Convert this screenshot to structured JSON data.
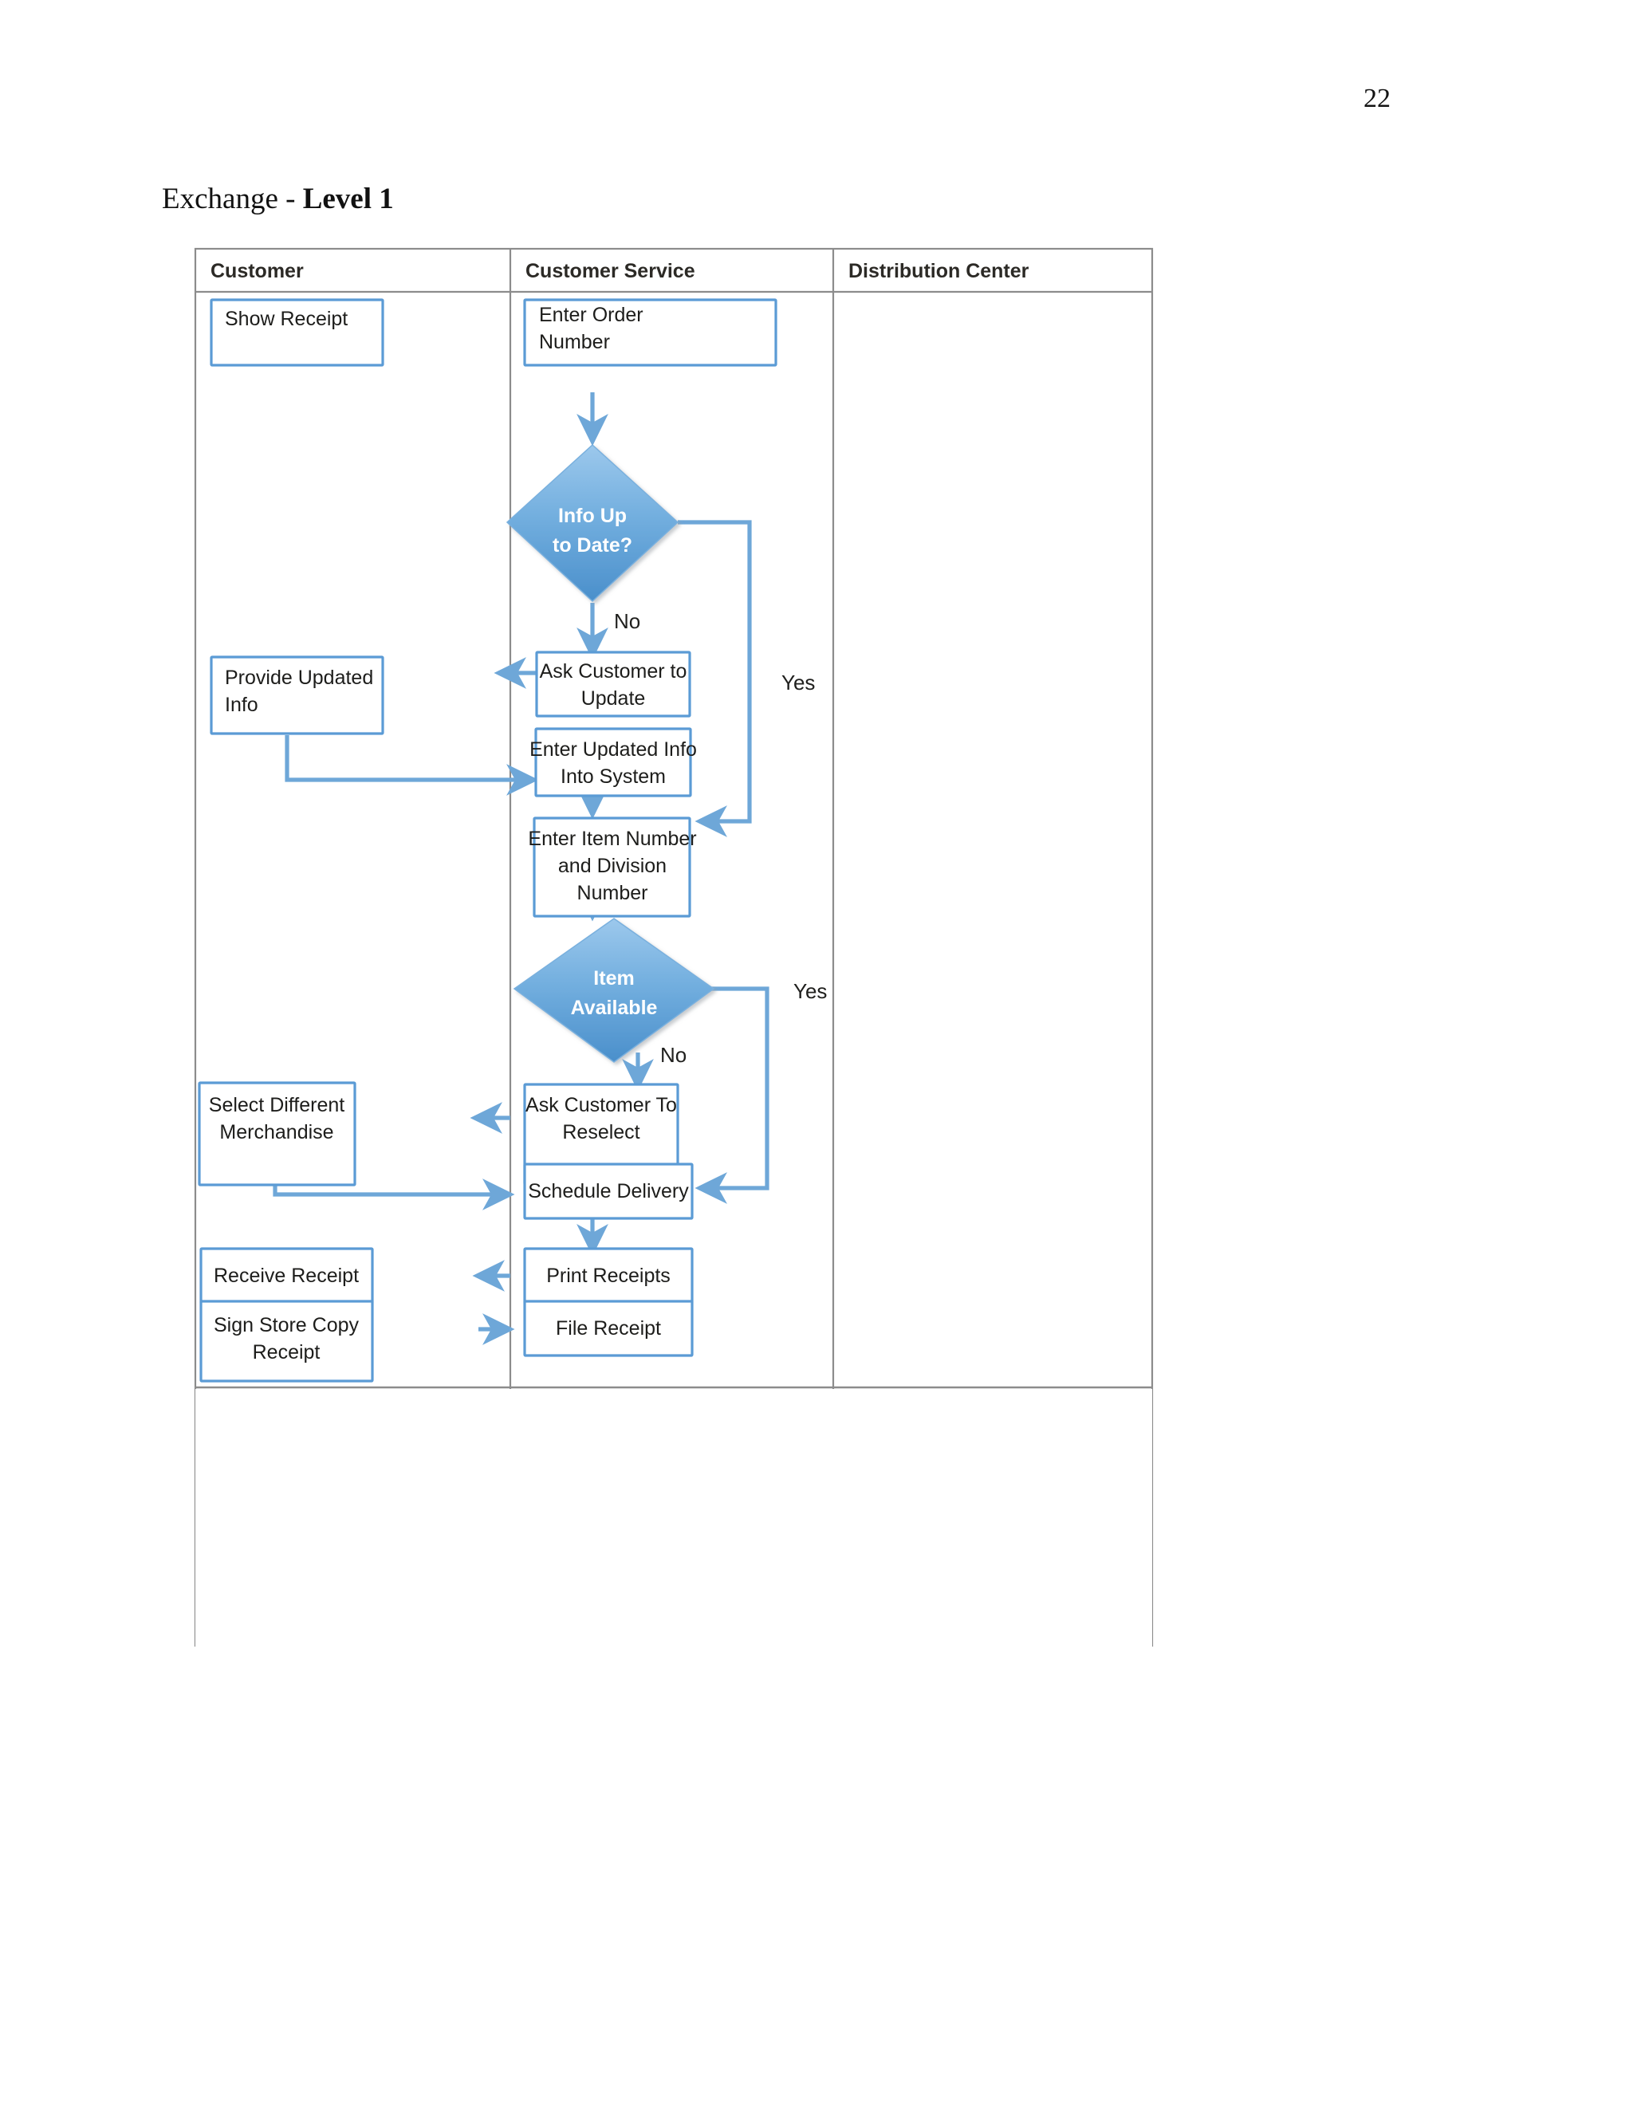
{
  "page": {
    "number": "22",
    "title_regular": "Exchange - ",
    "title_bold": "Level 1"
  },
  "colors": {
    "node_border": "#5B9BD5",
    "node_fill": "#FFFFFF",
    "diamond_fill_top": "#8FC0E8",
    "diamond_fill_bottom": "#4F94CE",
    "connector": "#6EA7D8",
    "lane_border": "#8C8C8C",
    "header_text": "#2C2A26",
    "node_text": "#1D1D1B",
    "diamond_text": "#FFFFFF"
  },
  "diagram": {
    "type": "swimlane-flowchart",
    "lanes": [
      {
        "id": "customer",
        "label": "Customer"
      },
      {
        "id": "customer-service",
        "label": "Customer Service"
      },
      {
        "id": "distribution-center",
        "label": "Distribution Center"
      }
    ],
    "nodes": [
      {
        "id": "show-receipt",
        "lane": "customer",
        "shape": "process",
        "text": "Show Receipt",
        "align": "left"
      },
      {
        "id": "enter-order-number",
        "lane": "customer-service",
        "shape": "process",
        "text": "Enter Order\nNumber",
        "align": "left"
      },
      {
        "id": "info-up-to-date",
        "lane": "customer-service",
        "shape": "decision",
        "text": "Info Up\nto Date?",
        "align": "center"
      },
      {
        "id": "ask-customer-to-update",
        "lane": "customer-service",
        "shape": "process",
        "text": "Ask Customer to\nUpdate",
        "align": "center"
      },
      {
        "id": "provide-updated-info",
        "lane": "customer",
        "shape": "process",
        "text": "Provide Updated\nInfo",
        "align": "left"
      },
      {
        "id": "enter-updated-info",
        "lane": "customer-service",
        "shape": "process",
        "text": "Enter Updated Info\nInto System",
        "align": "center"
      },
      {
        "id": "enter-item-number",
        "lane": "customer-service",
        "shape": "process",
        "text": "Enter Item Number\nand Division\nNumber",
        "align": "center"
      },
      {
        "id": "item-available",
        "lane": "customer-service",
        "shape": "decision",
        "text": "Item\nAvailable",
        "align": "center"
      },
      {
        "id": "ask-customer-to-reselect",
        "lane": "customer-service",
        "shape": "process",
        "text": "Ask Customer To\nReselect",
        "align": "center"
      },
      {
        "id": "select-different-merchandise",
        "lane": "customer",
        "shape": "process",
        "text": "Select Different\nMerchandise",
        "align": "center"
      },
      {
        "id": "schedule-delivery",
        "lane": "customer-service",
        "shape": "process",
        "text": "Schedule Delivery",
        "align": "center"
      },
      {
        "id": "receive-receipt",
        "lane": "customer",
        "shape": "process",
        "text": "Receive Receipt",
        "align": "center"
      },
      {
        "id": "print-receipts",
        "lane": "customer-service",
        "shape": "process",
        "text": "Print Receipts",
        "align": "center"
      },
      {
        "id": "sign-store-copy-receipt",
        "lane": "customer",
        "shape": "process",
        "text": "Sign Store Copy\nReceipt",
        "align": "center"
      },
      {
        "id": "file-receipt",
        "lane": "customer-service",
        "shape": "process",
        "text": "File Receipt",
        "align": "center"
      }
    ],
    "edges": [
      {
        "from": "enter-order-number",
        "to": "info-up-to-date",
        "label": ""
      },
      {
        "from": "info-up-to-date",
        "to": "ask-customer-to-update",
        "label": "No"
      },
      {
        "from": "info-up-to-date",
        "to": "enter-item-number",
        "label": "Yes"
      },
      {
        "from": "ask-customer-to-update",
        "to": "provide-updated-info",
        "label": ""
      },
      {
        "from": "provide-updated-info",
        "to": "enter-updated-info",
        "label": ""
      },
      {
        "from": "enter-updated-info",
        "to": "enter-item-number",
        "label": ""
      },
      {
        "from": "enter-item-number",
        "to": "item-available",
        "label": ""
      },
      {
        "from": "item-available",
        "to": "ask-customer-to-reselect",
        "label": "No"
      },
      {
        "from": "item-available",
        "to": "schedule-delivery",
        "label": "Yes"
      },
      {
        "from": "ask-customer-to-reselect",
        "to": "select-different-merchandise",
        "label": ""
      },
      {
        "from": "select-different-merchandise",
        "to": "schedule-delivery",
        "label": ""
      },
      {
        "from": "schedule-delivery",
        "to": "print-receipts",
        "label": ""
      },
      {
        "from": "print-receipts",
        "to": "receive-receipt",
        "label": ""
      },
      {
        "from": "sign-store-copy-receipt",
        "to": "file-receipt",
        "label": ""
      }
    ],
    "edge_labels": {
      "no_1": "No",
      "yes_1": "Yes",
      "no_2": "No",
      "yes_2": "Yes"
    }
  }
}
